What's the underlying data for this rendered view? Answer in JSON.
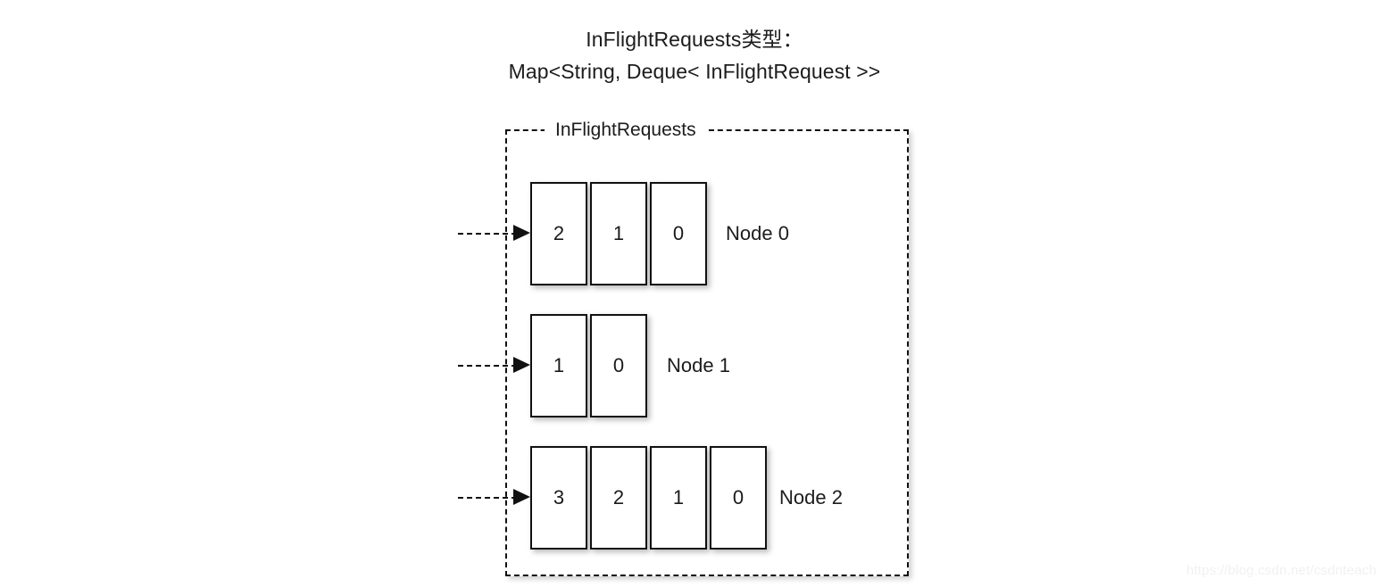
{
  "title": {
    "line1": "InFlightRequests类型：",
    "line2": "Map<String, Deque< InFlightRequest >>"
  },
  "container": {
    "label": "InFlightRequests"
  },
  "nodes": [
    {
      "label": "Node 0",
      "arrow_icon": "dashed-arrow-right-icon",
      "cells": [
        "2",
        "1",
        "0"
      ]
    },
    {
      "label": "Node 1",
      "arrow_icon": "dashed-arrow-right-icon",
      "cells": [
        "1",
        "0"
      ]
    },
    {
      "label": "Node 2",
      "arrow_icon": "dashed-arrow-right-icon",
      "cells": [
        "3",
        "2",
        "1",
        "0"
      ]
    }
  ],
  "watermark": "https://blog.csdn.net/csdnteach",
  "colors": {
    "stroke": "#111111",
    "text": "#1c1c1c",
    "background": "#ffffff",
    "watermark": "#f1f1f1"
  }
}
